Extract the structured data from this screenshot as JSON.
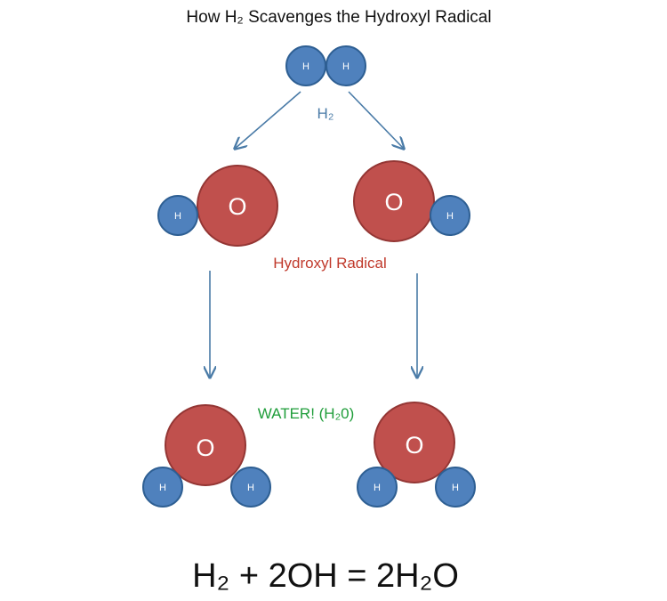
{
  "title": "How H₂ Scavenges the Hydroxyl Radical",
  "labels": {
    "h2": "H₂",
    "hydroxyl": "Hydroxyl Radical",
    "water": "WATER! (H₂0)"
  },
  "atoms": {
    "h": "H",
    "o": "O"
  },
  "equation": "H₂ + 2OH = 2H₂O",
  "colors": {
    "hydrogen_fill": "#4f81bd",
    "hydrogen_stroke": "#2e5f93",
    "oxygen_fill": "#c0504d",
    "oxygen_stroke": "#943634",
    "arrow": "#4a7ba7",
    "h2_label": "#4a7ba7",
    "hydroxyl_label": "#c0392b",
    "water_label": "#1f9d3a"
  }
}
